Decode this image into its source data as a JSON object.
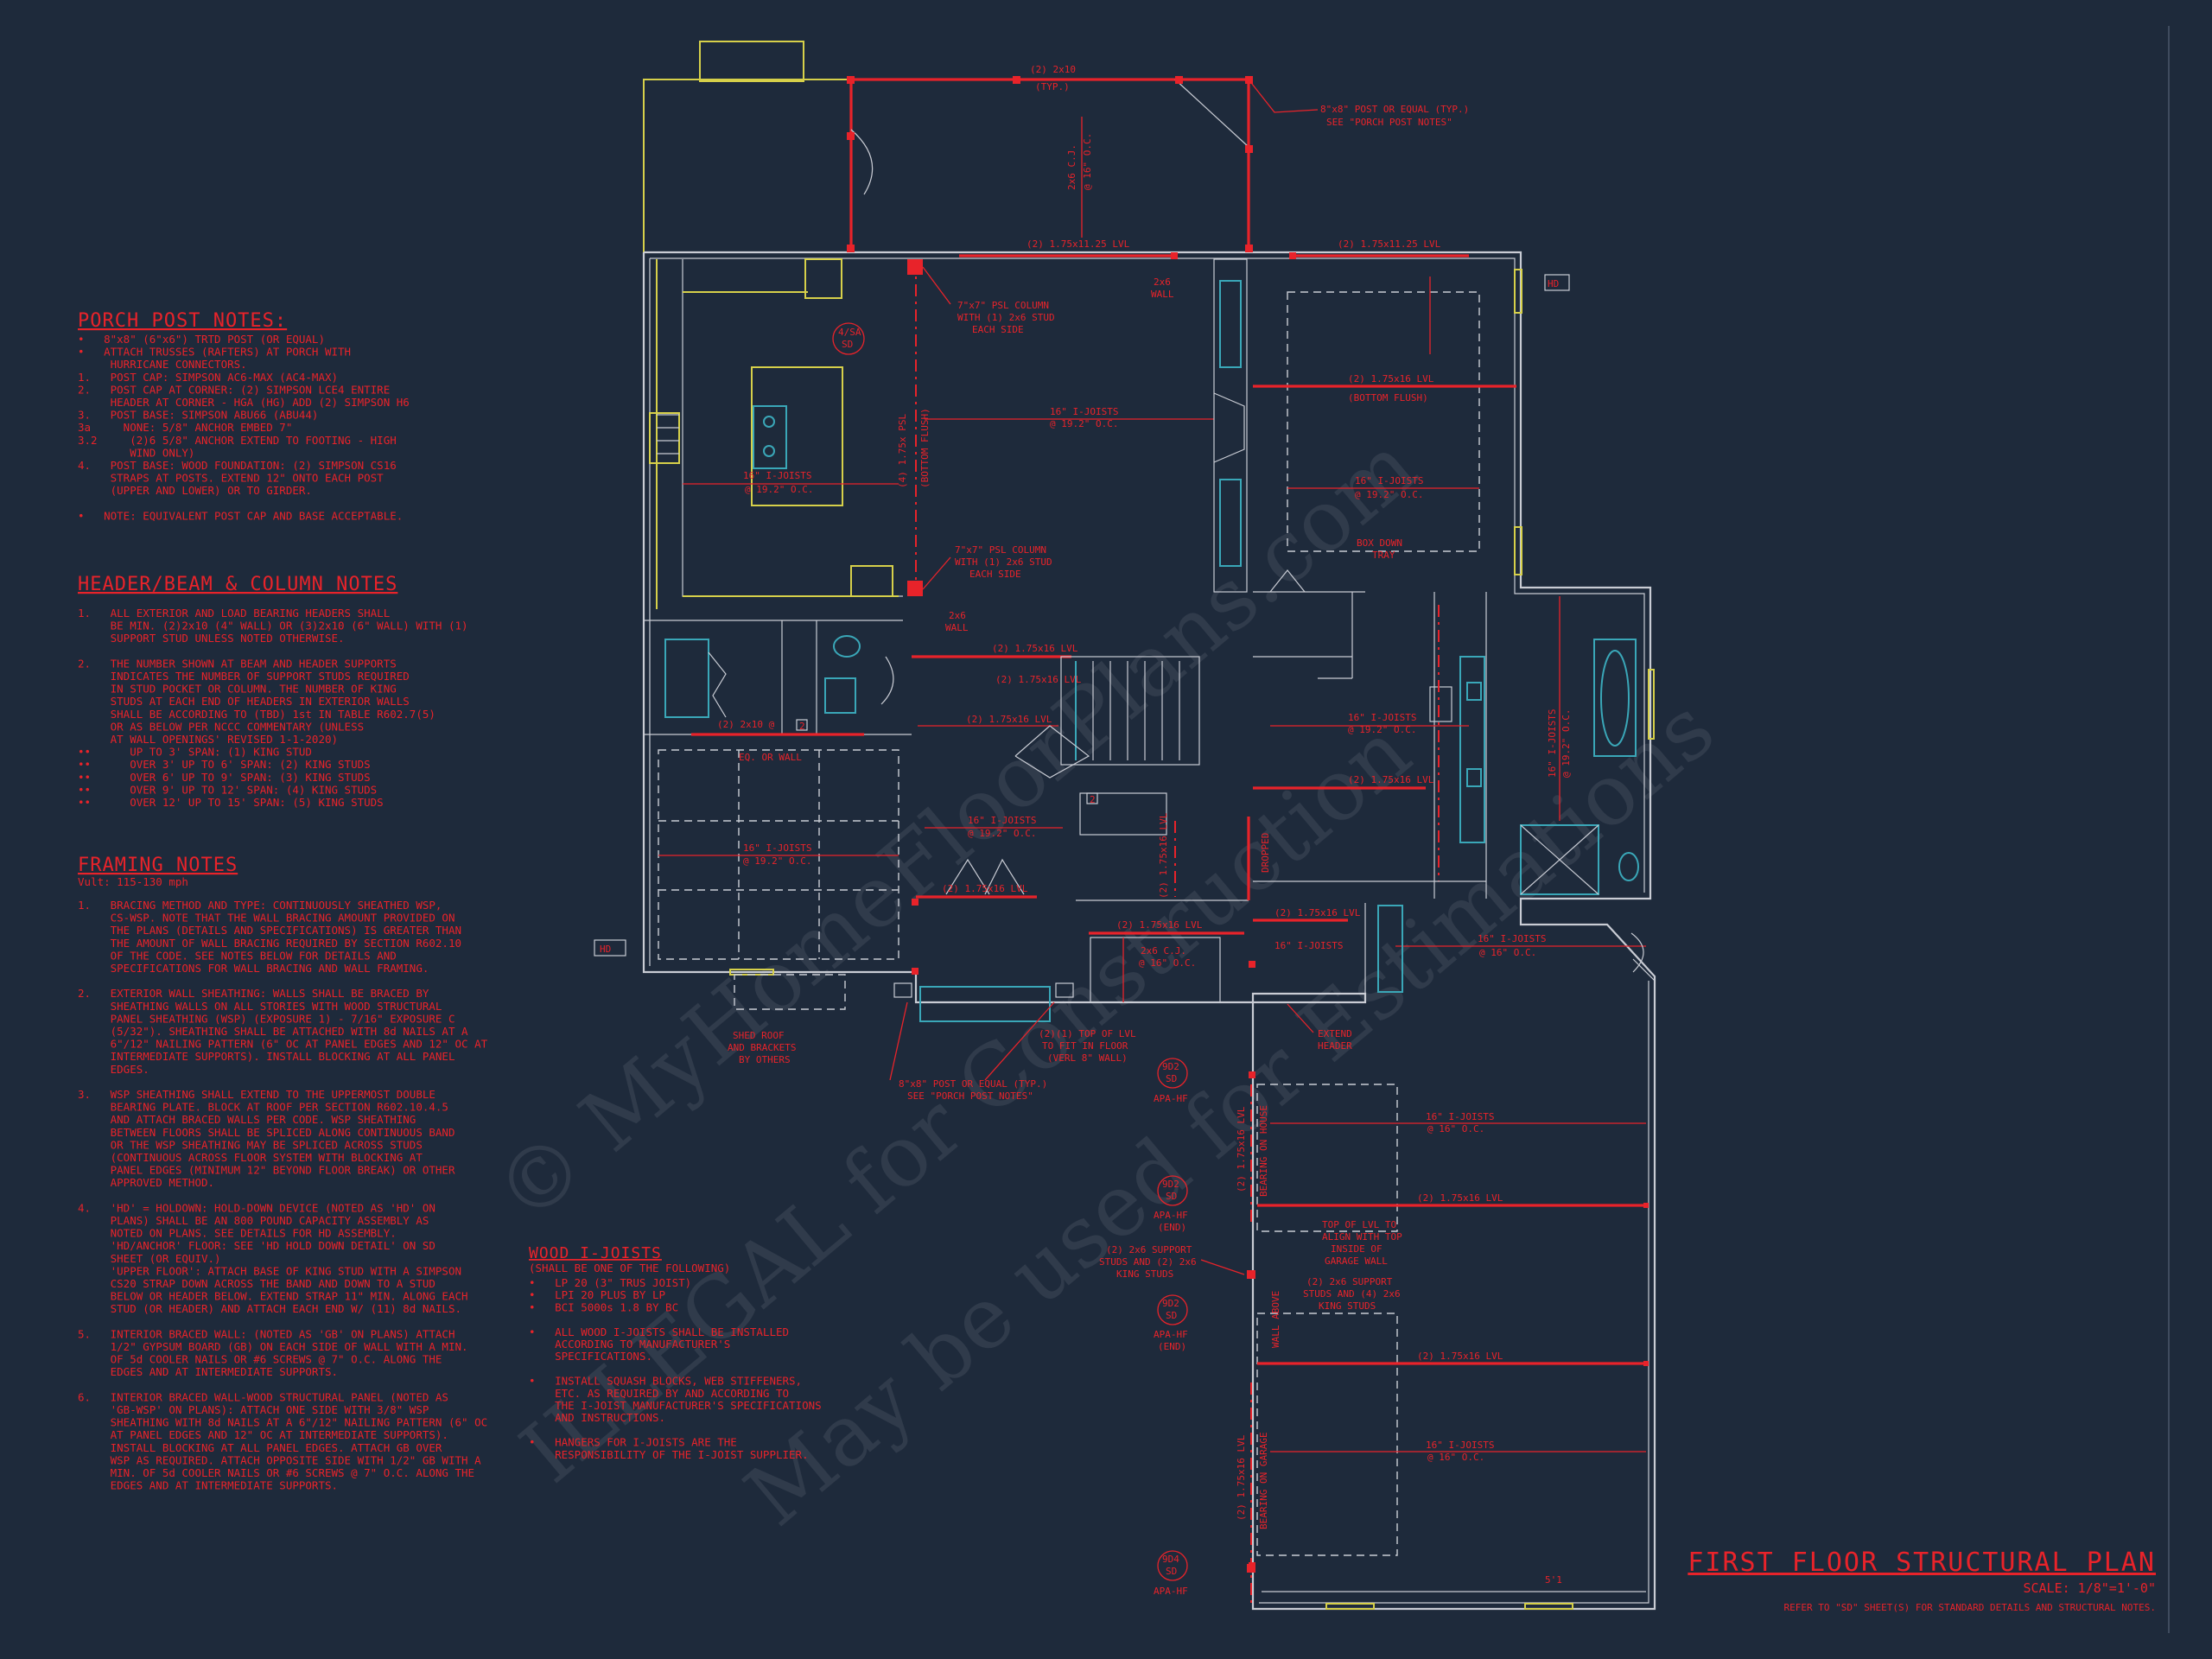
{
  "porch_post_notes": {
    "heading": "PORCH POST NOTES:",
    "lines": [
      "•   8\"x8\" (6\"x6\") TRTD POST (OR EQUAL)",
      "•   ATTACH TRUSSES (RAFTERS) AT PORCH WITH",
      "     HURRICANE CONNECTORS.",
      "1.   POST CAP: SIMPSON AC6-MAX (AC4-MAX)",
      "2.   POST CAP AT CORNER: (2) SIMPSON LCE4 ENTIRE",
      "     HEADER AT CORNER - HGA (HG) ADD (2) SIMPSON H6",
      "3.   POST BASE: SIMPSON ABU66 (ABU44)",
      "3a     NONE: 5/8\" ANCHOR EMBED 7\"",
      "3.2     (2)6 5/8\" ANCHOR EXTEND TO FOOTING - HIGH",
      "        WIND ONLY)",
      "4.   POST BASE: WOOD FOUNDATION: (2) SIMPSON CS16",
      "     STRAPS AT POSTS. EXTEND 12\" ONTO EACH POST",
      "     (UPPER AND LOWER) OR TO GIRDER.",
      "",
      "•   NOTE: EQUIVALENT POST CAP AND BASE ACCEPTABLE."
    ]
  },
  "header_notes": {
    "heading": "HEADER/BEAM & COLUMN NOTES",
    "lines": [
      "1.   ALL EXTERIOR AND LOAD BEARING HEADERS SHALL",
      "     BE MIN. (2)2x10 (4\" WALL) OR (3)2x10 (6\" WALL) WITH (1)",
      "     SUPPORT STUD UNLESS NOTED OTHERWISE.",
      "",
      "2.   THE NUMBER SHOWN AT BEAM AND HEADER SUPPORTS",
      "     INDICATES THE NUMBER OF SUPPORT STUDS REQUIRED",
      "     IN STUD POCKET OR COLUMN. THE NUMBER OF KING",
      "     STUDS AT EACH END OF HEADERS IN EXTERIOR WALLS",
      "     SHALL BE ACCORDING TO (TBD) 1st IN TABLE R602.7(5)",
      "     OR AS BELOW PER NCCC COMMENTARY (UNLESS",
      "     AT WALL OPENINGS' REVISED 1-1-2020)",
      "••      UP TO 3' SPAN: (1) KING STUD",
      "••      OVER 3' UP TO 6' SPAN: (2) KING STUDS",
      "••      OVER 6' UP TO 9' SPAN: (3) KING STUDS",
      "••      OVER 9' UP TO 12' SPAN: (4) KING STUDS",
      "••      OVER 12' UP TO 15' SPAN: (5) KING STUDS"
    ]
  },
  "framing_notes": {
    "heading": "FRAMING NOTES",
    "subheading": "Vult: 115-130 mph",
    "lines": [
      "1.   BRACING METHOD AND TYPE: CONTINUOUSLY SHEATHED WSP,",
      "     CS-WSP. NOTE THAT THE WALL BRACING AMOUNT PROVIDED ON",
      "     THE PLANS (DETAILS AND SPECIFICATIONS) IS GREATER THAN",
      "     THE AMOUNT OF WALL BRACING REQUIRED BY SECTION R602.10",
      "     OF THE CODE. SEE NOTES BELOW FOR DETAILS AND",
      "     SPECIFICATIONS FOR WALL BRACING AND WALL FRAMING.",
      "",
      "2.   EXTERIOR WALL SHEATHING: WALLS SHALL BE BRACED BY",
      "     SHEATHING WALLS ON ALL STORIES WITH WOOD STRUCTURAL",
      "     PANEL SHEATHING (WSP) (EXPOSURE 1) - 7/16\" EXPOSURE C",
      "     (5/32\"). SHEATHING SHALL BE ATTACHED WITH 8d NAILS AT A",
      "     6\"/12\" NAILING PATTERN (6\" OC AT PANEL EDGES AND 12\" OC AT",
      "     INTERMEDIATE SUPPORTS). INSTALL BLOCKING AT ALL PANEL",
      "     EDGES.",
      "",
      "3.   WSP SHEATHING SHALL EXTEND TO THE UPPERMOST DOUBLE",
      "     BEARING PLATE. BLOCK AT ROOF PER SECTION R602.10.4.5",
      "     AND ATTACH BRACED WALLS PER CODE. WSP SHEATHING",
      "     BETWEEN FLOORS SHALL BE SPLICED ALONG CONTINUOUS BAND",
      "     OR THE WSP SHEATHING MAY BE SPLICED ACROSS STUDS",
      "     (CONTINUOUS ACROSS FLOOR SYSTEM WITH BLOCKING AT",
      "     PANEL EDGES (MINIMUM 12\" BEYOND FLOOR BREAK) OR OTHER",
      "     APPROVED METHOD.",
      "",
      "4.   'HD' = HOLDOWN: HOLD-DOWN DEVICE (NOTED AS 'HD' ON",
      "     PLANS) SHALL BE AN 800 POUND CAPACITY ASSEMBLY AS",
      "     NOTED ON PLANS. SEE DETAILS FOR HD ASSEMBLY.",
      "     'HD/ANCHOR' FLOOR: SEE 'HD HOLD DOWN DETAIL' ON SD",
      "     SHEET (OR EQUIV.)",
      "     'UPPER FLOOR': ATTACH BASE OF KING STUD WITH A SIMPSON",
      "     CS20 STRAP DOWN ACROSS THE BAND AND DOWN TO A STUD",
      "     BELOW OR HEADER BELOW. EXTEND STRAP 11\" MIN. ALONG EACH",
      "     STUD (OR HEADER) AND ATTACH EACH END W/ (11) 8d NAILS.",
      "",
      "5.   INTERIOR BRACED WALL: (NOTED AS 'GB' ON PLANS) ATTACH",
      "     1/2\" GYPSUM BOARD (GB) ON EACH SIDE OF WALL WITH A MIN.",
      "     OF 5d COOLER NAILS OR #6 SCREWS @ 7\" O.C. ALONG THE",
      "     EDGES AND AT INTERMEDIATE SUPPORTS.",
      "",
      "6.   INTERIOR BRACED WALL-WOOD STRUCTURAL PANEL (NOTED AS",
      "     'GB-WSP' ON PLANS): ATTACH ONE SIDE WITH 3/8\" WSP",
      "     SHEATHING WITH 8d NAILS AT A 6\"/12\" NAILING PATTERN (6\" OC",
      "     AT PANEL EDGES AND 12\" OC AT INTERMEDIATE SUPPORTS).",
      "     INSTALL BLOCKING AT ALL PANEL EDGES. ATTACH GB OVER",
      "     WSP AS REQUIRED. ATTACH OPPOSITE SIDE WITH 1/2\" GB WITH A",
      "     MIN. OF 5d COOLER NAILS OR #6 SCREWS @ 7\" O.C. ALONG THE",
      "     EDGES AND AT INTERMEDIATE SUPPORTS."
    ]
  },
  "wood_ijoists": {
    "heading": "WOOD I-JOISTS",
    "subheading": "(SHALL BE ONE OF THE FOLLOWING)",
    "lines": [
      "•   LP 20 (3\" TRUS JOIST)",
      "•   LPI 20 PLUS BY LP",
      "•   BCI 5000s 1.8 BY BC",
      "",
      "•   ALL WOOD I-JOISTS SHALL BE INSTALLED",
      "    ACCORDING TO MANUFACTURER'S",
      "    SPECIFICATIONS.",
      "",
      "•   INSTALL SQUASH BLOCKS, WEB STIFFENERS,",
      "    ETC. AS REQUIRED BY AND ACCORDING TO",
      "    THE I-JOIST MANUFACTURER'S SPECIFICATIONS",
      "    AND INSTRUCTIONS.",
      "",
      "•   HANGERS FOR I-JOISTS ARE THE",
      "    RESPONSIBILITY OF THE I-JOIST SUPPLIER."
    ]
  },
  "plan_labels": {
    "porch_header": "(2) 2x10",
    "porch_header_typ": "(TYP.)",
    "porch_cj": "2x6 C.J.",
    "porch_cj_oc": "@ 16\" O.C.",
    "porch_callout_1": "8\"x8\" POST OR EQUAL (TYP.)",
    "porch_callout_2": "SEE \"PORCH POST NOTES\"",
    "lvl_top_left": "(2) 1.75x11.25 LVL",
    "lvl_top_right": "(2) 1.75x11.25 LVL",
    "hall_2x6_a": "2x6",
    "hall_2x6_a2": "WALL",
    "hd_right": "HD",
    "hd_left": "HD",
    "psl_col_1a": "7\"x7\" PSL COLUMN",
    "psl_col_1b": "WITH (1) 2x6 STUD",
    "psl_col_1c": "EACH SIDE",
    "psl_col_2a": "7\"x7\" PSL COLUMN",
    "psl_col_2b": "WITH (1) 2x6 STUD",
    "psl_col_2c": "EACH SIDE",
    "psl_beam": "(4) 1.75x PSL",
    "psl_beam_b": "(BOTTOM FLUSH)",
    "ref_4sa": "4/SA",
    "ref_sd": "SD",
    "joist_great": "16\" I-JOISTS",
    "joist_great_oc": "@ 19.2\" O.C.",
    "joist_kitchen": "16\" I-JOISTS",
    "joist_kitchen_oc": "@ 19.2\" O.C.",
    "joist_master": "16\" I-JOISTS",
    "joist_master_oc": "@ 19.2\" O.C.",
    "lvl_master": "(2) 1.75x16 LVL",
    "lvl_master_b": "(BOTTOM FLUSH)",
    "box_down": "BOX DOWN",
    "box_down_b": "TRAY",
    "hall_2x6_b": "2x6",
    "hall_2x6_b2": "WALL",
    "lvl_stair_1": "(2) 1.75x16 LVL",
    "lvl_stair_2": "(2) 1.75x16 LVL",
    "lvl_stair_3": "(2) 1.75x16 LVL",
    "lvl_mid": "(2) 1.75x16 LVL",
    "num_2": "2",
    "lvl_mudroom": "(2) 2x10 @",
    "lvl_mudroom_b": "EQ. OR WALL",
    "joist_mud": "16\" I-JOISTS",
    "joist_mud_oc": "@ 19.2\" O.C.",
    "joist_laundry": "16\" I-JOISTS",
    "joist_laundry_oc": "@ 19.2\" O.C.",
    "joist_bath": "16\" I-JOISTS",
    "joist_bath_oc": "@ 19.2\" O.C.",
    "joist_closet": "16\" I-JOISTS",
    "joist_closet_oc": "@ 19.2\" O.C.",
    "dropped": "DROPPED",
    "lvl_dropped": "(2) 1.75x16 LVL",
    "lvl_foyer": "(2) 1.75x16 LVL",
    "lvl_lower": "(2) 1.75x16 LVL",
    "lvl_laundry": "(2) 1.75x16 LVL",
    "foyer_cj": "2x6 C.J.",
    "foyer_cj_oc": "@ 16\" O.C.",
    "lvl_top_of": "(2)(1) TOP OF LVL",
    "lvl_top_of_b": "TO FIT IN FLOOR",
    "lvl_top_of_c": "(VERL 8\" WALL)",
    "shed_roof_1": "SHED ROOF",
    "shed_roof_2": "AND BRACKETS",
    "shed_roof_3": "BY OTHERS",
    "front_post_1": "8\"x8\" POST OR EQUAL (TYP.)",
    "front_post_2": "SEE \"PORCH POST NOTES\"",
    "extend_header_1": "EXTEND",
    "extend_header_2": "HEADER",
    "garage_joist_1": "16\" I-JOISTS",
    "garage_joist_1_oc": "@ 16\" O.C.",
    "garage_joist_2": "16\" I-JOISTS",
    "garage_joist_2_oc": "@ 16\" O.C.",
    "garage_joist_3": "16\" I-JOISTS",
    "garage_joist_3_oc": "@ 16\" O.C.",
    "garage_lvl_1": "(2) 1.75x16 LVL",
    "garage_lvl_2": "(2) 1.75x16 LVL",
    "garage_wall_1": "(2) 1.75x16 LVL",
    "garage_wall_1b": "BEARING ON HOUSE",
    "garage_wall_2": "(2) 1.75x16 LVL",
    "garage_wall_2b": "BEARING ON GARAGE",
    "wall_above": "WALL ABOVE",
    "garage_drop_1": "TOP OF LVL TO",
    "garage_drop_2": "ALIGN WITH TOP",
    "garage_drop_3": "INSIDE OF",
    "garage_drop_4": "GARAGE WALL",
    "support_1a": "(2) 2x6 SUPPORT",
    "support_1b": "STUDS AND (2) 2x6",
    "support_1c": "KING STUDS",
    "support_2a": "(2) 2x6 SUPPORT",
    "support_2b": "STUDS AND (4) 2x6",
    "support_2c": "KING STUDS",
    "apa_1": "APA-HF",
    "apa_2": "APA-HF",
    "apa_2b": "(END)",
    "apa_3": "APA-HF",
    "apa_3b": "(END)",
    "apa_4": "APA-HF",
    "ref_9d2": "9D2",
    "ref_9d2b": "SD",
    "ref_9d3": "9D2",
    "ref_9d3b": "SD",
    "ref_9d4": "9D2",
    "ref_9d4b": "SD",
    "ref_9d5": "9D4",
    "ref_9d5b": "SD",
    "dim_51": "5'1"
  },
  "title_block": {
    "title": "FIRST FLOOR STRUCTURAL PLAN",
    "scale": "SCALE: 1/8\"=1'-0\"",
    "note": "REFER TO \"SD\" SHEET(S) FOR STANDARD DETAILS AND STRUCTURAL NOTES."
  },
  "watermark": {
    "line1": "© MyHomeFloorPlans.com",
    "line2": "ILLEGAL for Construction",
    "line3": "May be used for Estimations"
  }
}
